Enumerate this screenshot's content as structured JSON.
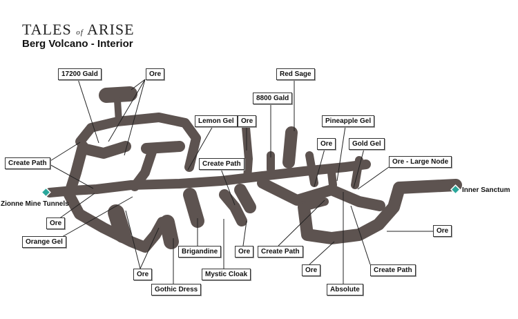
{
  "header": {
    "logo_text": "TALES of ARISE",
    "title": "Berg Volcano - Interior"
  },
  "exits": {
    "west": "Zionne Mine Tunnels",
    "east": "Inner Sanctum"
  },
  "labels": {
    "gald_17200": "17200 Gald",
    "ore_top": "Ore",
    "red_sage": "Red Sage",
    "gald_8800": "8800 Gald",
    "lemon_gel": "Lemon Gel",
    "ore_mid": "Ore",
    "pineapple_gel": "Pineapple Gel",
    "ore_right_top": "Ore",
    "gold_gel": "Gold Gel",
    "create_path_left": "Create Path",
    "create_path_center": "Create Path",
    "ore_large_node": "Ore - Large Node",
    "ore_left": "Ore",
    "orange_gel": "Orange Gel",
    "ore_east": "Ore",
    "brigandine": "Brigandine",
    "ore_center_bottom": "Ore",
    "create_path_lower": "Create Path",
    "ore_bottom": "Ore",
    "mystic_cloak": "Mystic Cloak",
    "ore_lower_right": "Ore",
    "create_path_right": "Create Path",
    "gothic_dress": "Gothic Dress",
    "absolute": "Absolute"
  },
  "colors": {
    "cave": "#5d5350",
    "exit_marker": "#2aa79b"
  }
}
